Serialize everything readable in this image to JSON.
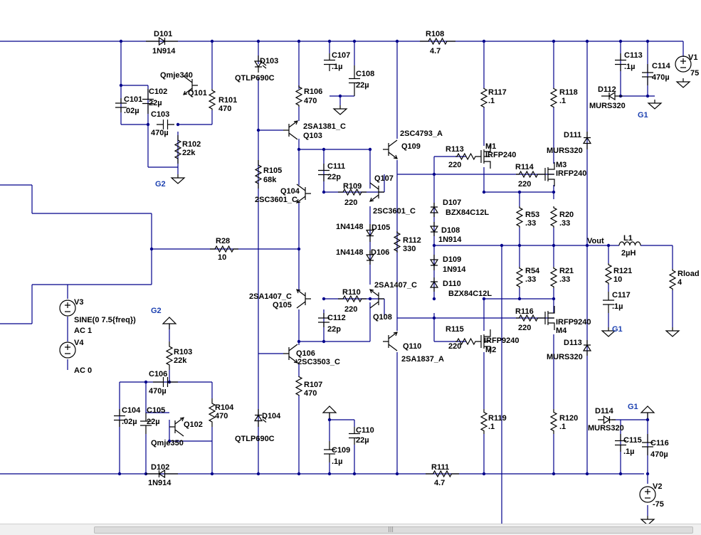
{
  "parts": [
    {
      "id": "d101",
      "ref": "D101",
      "val": "1N914"
    },
    {
      "id": "d102",
      "ref": "D102",
      "val": "1N914"
    },
    {
      "id": "d103",
      "ref": "D103",
      "val": "QTLP690C"
    },
    {
      "id": "d104",
      "ref": "D104",
      "val": "QTLP690C"
    },
    {
      "id": "d105",
      "ref": "D105",
      "val": "1N4148"
    },
    {
      "id": "d106",
      "ref": "D106",
      "val": "1N4148"
    },
    {
      "id": "d107",
      "ref": "D107",
      "val": "BZX84C12L"
    },
    {
      "id": "d108",
      "ref": "D108",
      "val": "1N914"
    },
    {
      "id": "d109",
      "ref": "D109",
      "val": "1N914"
    },
    {
      "id": "d110",
      "ref": "D110",
      "val": "BZX84C12L"
    },
    {
      "id": "d111",
      "ref": "D111",
      "val": "MURS320"
    },
    {
      "id": "d112",
      "ref": "D112",
      "val": "MURS320"
    },
    {
      "id": "d113",
      "ref": "D113",
      "val": "MURS320"
    },
    {
      "id": "d114",
      "ref": "D114",
      "val": "MURS320"
    },
    {
      "id": "r101",
      "ref": "R101",
      "val": "470"
    },
    {
      "id": "r102",
      "ref": "R102",
      "val": "22k"
    },
    {
      "id": "r103",
      "ref": "R103",
      "val": "22k"
    },
    {
      "id": "r104",
      "ref": "R104",
      "val": "470"
    },
    {
      "id": "r105",
      "ref": "R105",
      "val": "68k"
    },
    {
      "id": "r106",
      "ref": "R106",
      "val": "470"
    },
    {
      "id": "r107",
      "ref": "R107",
      "val": "470"
    },
    {
      "id": "r108",
      "ref": "R108",
      "val": "4.7"
    },
    {
      "id": "r109",
      "ref": "R109",
      "val": "220"
    },
    {
      "id": "r110",
      "ref": "R110",
      "val": "220"
    },
    {
      "id": "r111",
      "ref": "R111",
      "val": "4.7"
    },
    {
      "id": "r112",
      "ref": "R112",
      "val": "330"
    },
    {
      "id": "r113",
      "ref": "R113",
      "val": "220"
    },
    {
      "id": "r114",
      "ref": "R114",
      "val": "220"
    },
    {
      "id": "r115",
      "ref": "R115",
      "val": "220"
    },
    {
      "id": "r116",
      "ref": "R116",
      "val": "220"
    },
    {
      "id": "r117",
      "ref": "R117",
      "val": ".1"
    },
    {
      "id": "r118",
      "ref": "R118",
      "val": ".1"
    },
    {
      "id": "r119",
      "ref": "R119",
      "val": ".1"
    },
    {
      "id": "r120",
      "ref": "R120",
      "val": ".1"
    },
    {
      "id": "r121",
      "ref": "R121",
      "val": "10"
    },
    {
      "id": "r20",
      "ref": "R20",
      "val": ".33"
    },
    {
      "id": "r21",
      "ref": "R21",
      "val": ".33"
    },
    {
      "id": "r28",
      "ref": "R28",
      "val": "10"
    },
    {
      "id": "r53",
      "ref": "R53",
      "val": ".33"
    },
    {
      "id": "r54",
      "ref": "R54",
      "val": ".33"
    },
    {
      "id": "rload",
      "ref": "Rload",
      "val": "4"
    },
    {
      "id": "c101",
      "ref": "C101",
      "val": ".02µ"
    },
    {
      "id": "c102",
      "ref": "C102",
      "val": "22µ"
    },
    {
      "id": "c103",
      "ref": "C103",
      "val": "470µ"
    },
    {
      "id": "c104",
      "ref": "C104",
      "val": ".02µ"
    },
    {
      "id": "c105",
      "ref": "C105",
      "val": "22µ"
    },
    {
      "id": "c106",
      "ref": "C106",
      "val": "470µ"
    },
    {
      "id": "c107",
      "ref": "C107",
      "val": ".1µ"
    },
    {
      "id": "c108",
      "ref": "C108",
      "val": "22µ"
    },
    {
      "id": "c109",
      "ref": "C109",
      "val": ".1µ"
    },
    {
      "id": "c110",
      "ref": "C110",
      "val": "22µ"
    },
    {
      "id": "c111",
      "ref": "C111",
      "val": "22p"
    },
    {
      "id": "c112",
      "ref": "C112",
      "val": "22p"
    },
    {
      "id": "c113",
      "ref": "C113",
      "val": ".1µ"
    },
    {
      "id": "c114",
      "ref": "C114",
      "val": "470µ"
    },
    {
      "id": "c115",
      "ref": "C115",
      "val": ".1µ"
    },
    {
      "id": "c116",
      "ref": "C116",
      "val": "470µ"
    },
    {
      "id": "c117",
      "ref": "C117",
      "val": ".1µ"
    },
    {
      "id": "l1",
      "ref": "L1",
      "val": "2µH"
    },
    {
      "id": "q101",
      "ref": "Q101",
      "val": "Qmje340"
    },
    {
      "id": "q102",
      "ref": "Q102",
      "val": "Qmje350"
    },
    {
      "id": "q103",
      "ref": "Q103",
      "val": "2SA1381_C"
    },
    {
      "id": "q104",
      "ref": "Q104",
      "val": "2SC3601_C"
    },
    {
      "id": "q105",
      "ref": "Q105",
      "val": "2SA1407_C"
    },
    {
      "id": "q106",
      "ref": "Q106",
      "val": "2SC3503_C"
    },
    {
      "id": "q107",
      "ref": "Q107",
      "val": "2SC3601_C"
    },
    {
      "id": "q108",
      "ref": "Q108",
      "val": "2SA1407_C"
    },
    {
      "id": "q109",
      "ref": "Q109",
      "val": "2SC4793_A"
    },
    {
      "id": "q110",
      "ref": "Q110",
      "val": "2SA1837_A"
    },
    {
      "id": "m1",
      "ref": "M1",
      "val": "IRFP240"
    },
    {
      "id": "m2",
      "ref": "M2",
      "val": "IRFP9240"
    },
    {
      "id": "m3",
      "ref": "M3",
      "val": "IRFP240"
    },
    {
      "id": "m4",
      "ref": "M4",
      "val": "IRFP9240"
    },
    {
      "id": "v1",
      "ref": "V1",
      "val": "75"
    },
    {
      "id": "v2",
      "ref": "V2",
      "val": "-75"
    },
    {
      "id": "v3",
      "ref": "V3",
      "val": "SINE(0 7.5{freq})",
      "val2": "AC 1"
    },
    {
      "id": "v4",
      "ref": "V4",
      "val": "AC 0"
    }
  ],
  "nets": {
    "g1": "G1",
    "g2": "G2",
    "vout": "Vout"
  },
  "colors": {
    "wire": "#00008b",
    "component": "#000000",
    "ground_label": "#1a3fb0",
    "background": "#ffffff"
  }
}
